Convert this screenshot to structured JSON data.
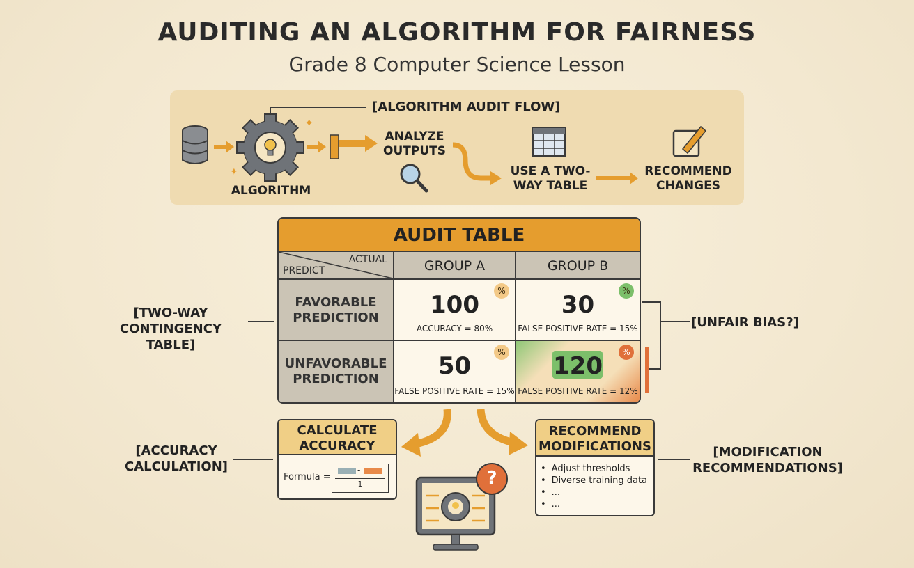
{
  "title": "AUDITING AN ALGORITHM FOR FAIRNESS",
  "subtitle": "Grade 8 Computer Science Lesson",
  "flow": {
    "title": "[ALGORITHM AUDIT FLOW]",
    "algorithm_label": "ALGORITHM",
    "analyze_label": "ANALYZE OUTPUTS",
    "two_way_label": "USE A TWO-WAY TABLE",
    "recommend_label": "RECOMMEND CHANGES",
    "icons": [
      "database-icon",
      "gear-lightbulb-icon",
      "output-arrow-icon",
      "magnifier-icon",
      "table-icon",
      "edit-icon"
    ]
  },
  "audit_table": {
    "title": "AUDIT TABLE",
    "corner_actual": "ACTUAL",
    "corner_predict": "PREDICT",
    "col_a": "GROUP A",
    "col_b": "GROUP B",
    "row1": "FAVORABLE PREDICTION",
    "row2": "UNFAVORABLE PREDICTION",
    "a1": {
      "value": "100",
      "caption": "ACCURACY = 80%"
    },
    "b1": {
      "value": "30",
      "caption": "FALSE POSITIVE RATE = 15%"
    },
    "a2": {
      "value": "50",
      "caption": "FALSE POSITIVE RATE = 15%"
    },
    "b2": {
      "value": "120",
      "caption": "FALSE POSITIVE RATE = 12%"
    },
    "pct_symbol": "%"
  },
  "side_labels": {
    "two_way": "[TWO-WAY CONTINGENCY TABLE]",
    "unfair": "[UNFAIR BIAS?]",
    "accuracy": "[ACCURACY CALCULATION]",
    "modification": "[MODIFICATION RECOMMENDATIONS]"
  },
  "calc_box": {
    "title": "CALCULATE ACCURACY",
    "formula_label": "Formula =",
    "minus": "-",
    "denominator": "1"
  },
  "recommend_box": {
    "title": "RECOMMEND MODIFICATIONS",
    "items": [
      "Adjust thresholds",
      "Diverse training data",
      "...",
      "..."
    ]
  },
  "monitor": {
    "question": "?"
  },
  "colors": {
    "orange": "#e59d2e",
    "panel": "#efdbb1",
    "green": "#7cbf6a",
    "red_orange": "#e0703a",
    "gray_cell": "#cbc4b5"
  }
}
